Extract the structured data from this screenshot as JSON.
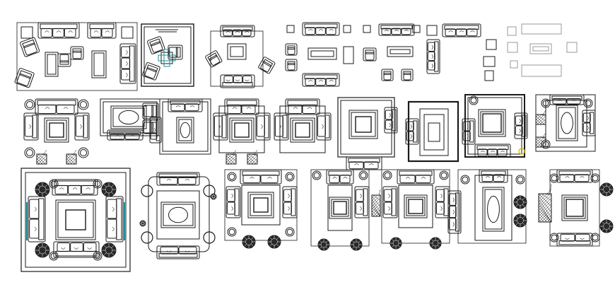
{
  "drawing": {
    "stroke": "#1a1a1a",
    "light_stroke": "#9a9a9a",
    "fill": "#ffffff",
    "dark_fill": "#2a2a2a",
    "accent_cyan": "#1e8c9a",
    "accent_yellow": "#d8c21a"
  },
  "rows": [
    {
      "name": "row-1",
      "block_count": 9
    },
    {
      "name": "row-2",
      "block_count": 9
    },
    {
      "name": "row-3",
      "block_count": 8
    }
  ]
}
